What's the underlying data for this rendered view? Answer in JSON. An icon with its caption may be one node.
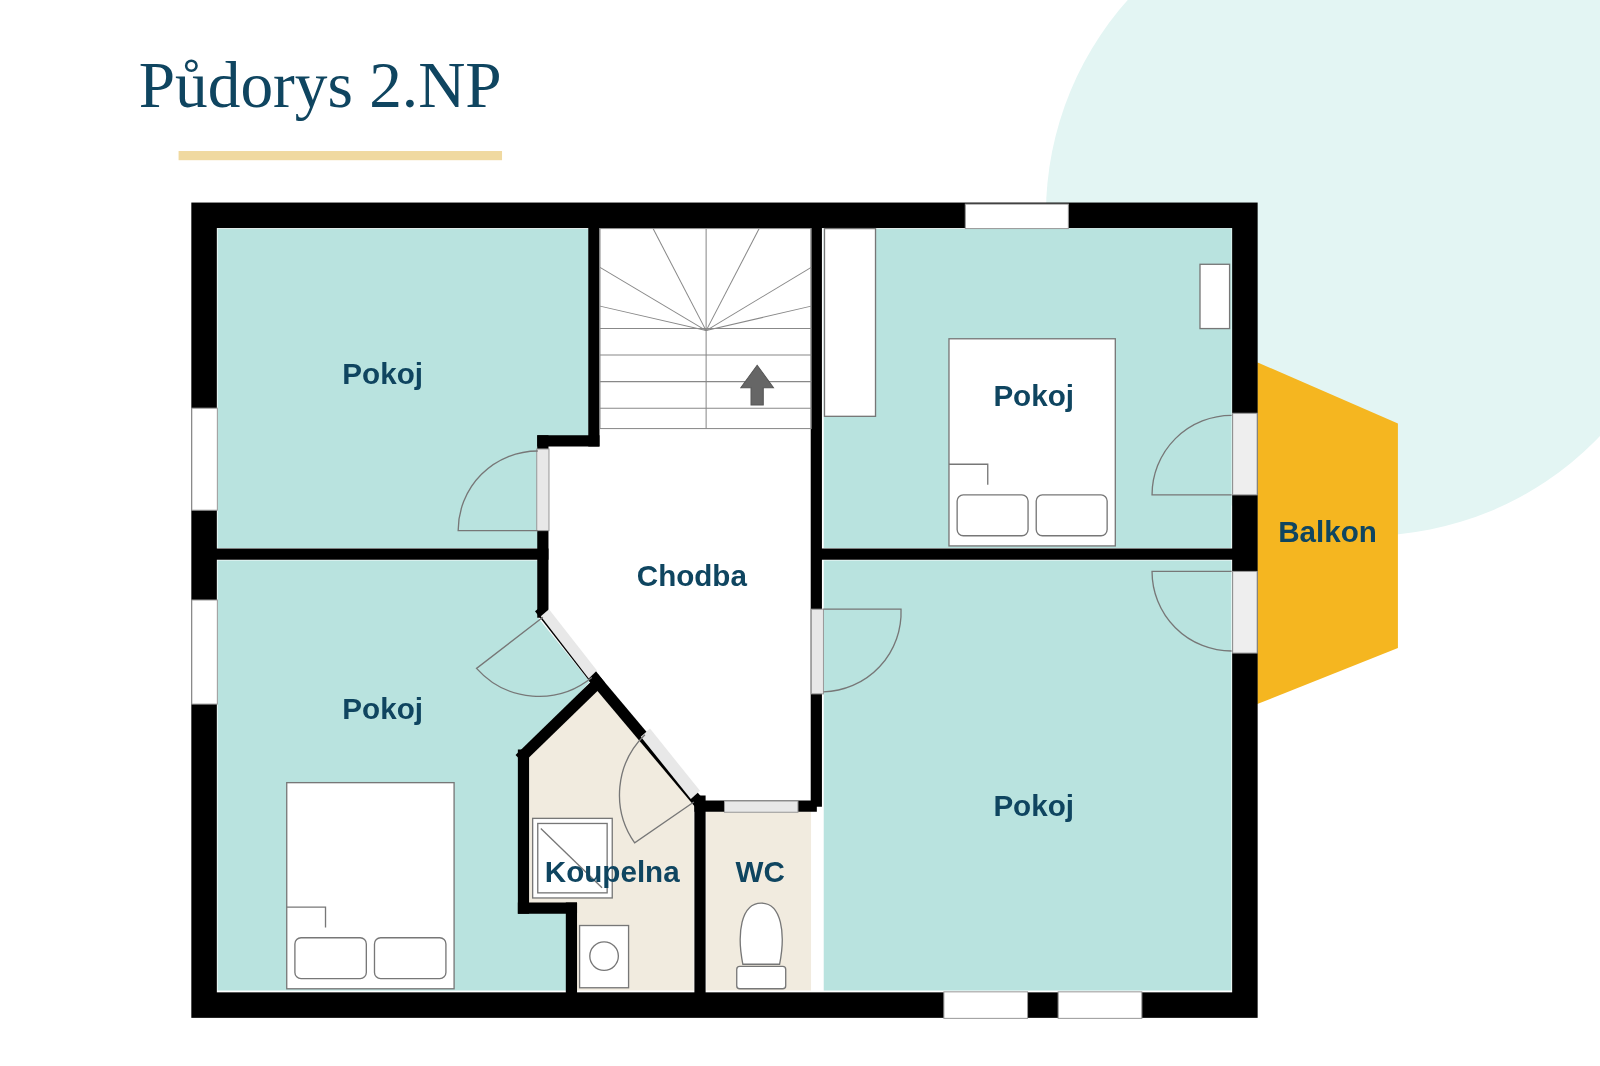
{
  "diagram": {
    "title": "Půdorys 2.NP",
    "nodes": [
      {
        "text": [
          "Pokoj"
        ]
      },
      {
        "text": [
          "Pokoj"
        ]
      },
      {
        "text": [
          "Balkon"
        ]
      },
      {
        "text": [
          "Chodba"
        ]
      },
      {
        "text": [
          "Pokoj"
        ]
      },
      {
        "text": [
          "Pokoj"
        ]
      },
      {
        "text": [
          "Koupelna"
        ]
      },
      {
        "text": [
          "WC"
        ]
      }
    ]
  }
}
